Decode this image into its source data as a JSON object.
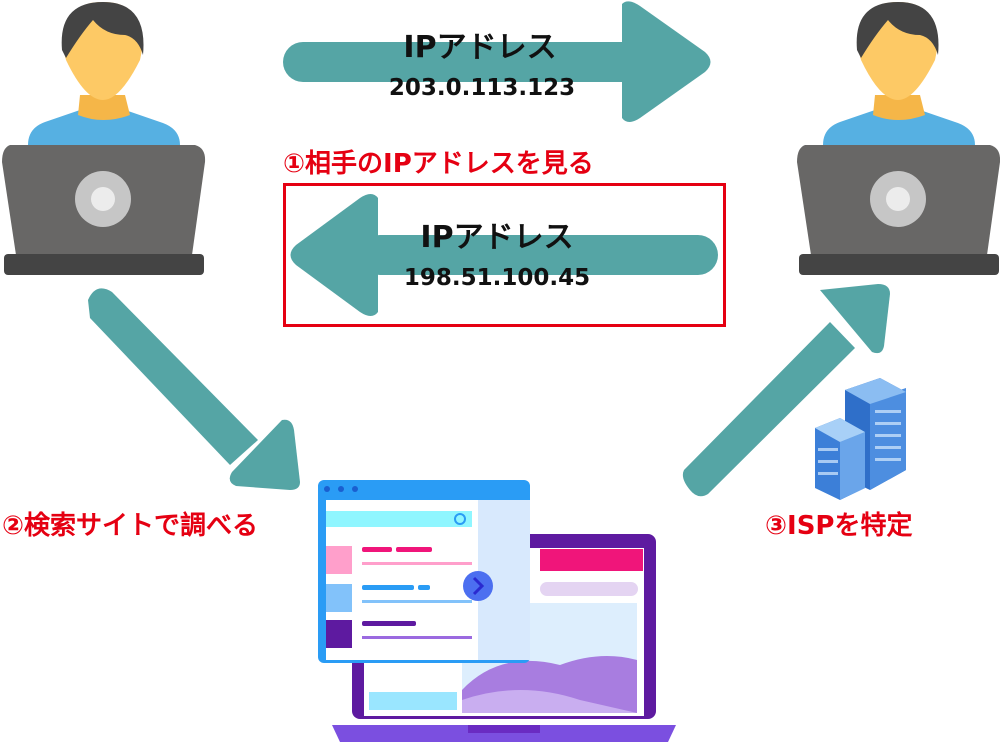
{
  "arrow_top": {
    "label": "IPアドレス",
    "value": "203.0.113.123"
  },
  "arrow_bottom": {
    "label": "IPアドレス",
    "value": "198.51.100.45"
  },
  "steps": {
    "step1": "①相手のIPアドレスを見る",
    "step2": "②検索サイトで調べる",
    "step3": "③ISPを特定"
  },
  "colors": {
    "arrow": "#55a5a5",
    "highlight": "#e50012"
  }
}
